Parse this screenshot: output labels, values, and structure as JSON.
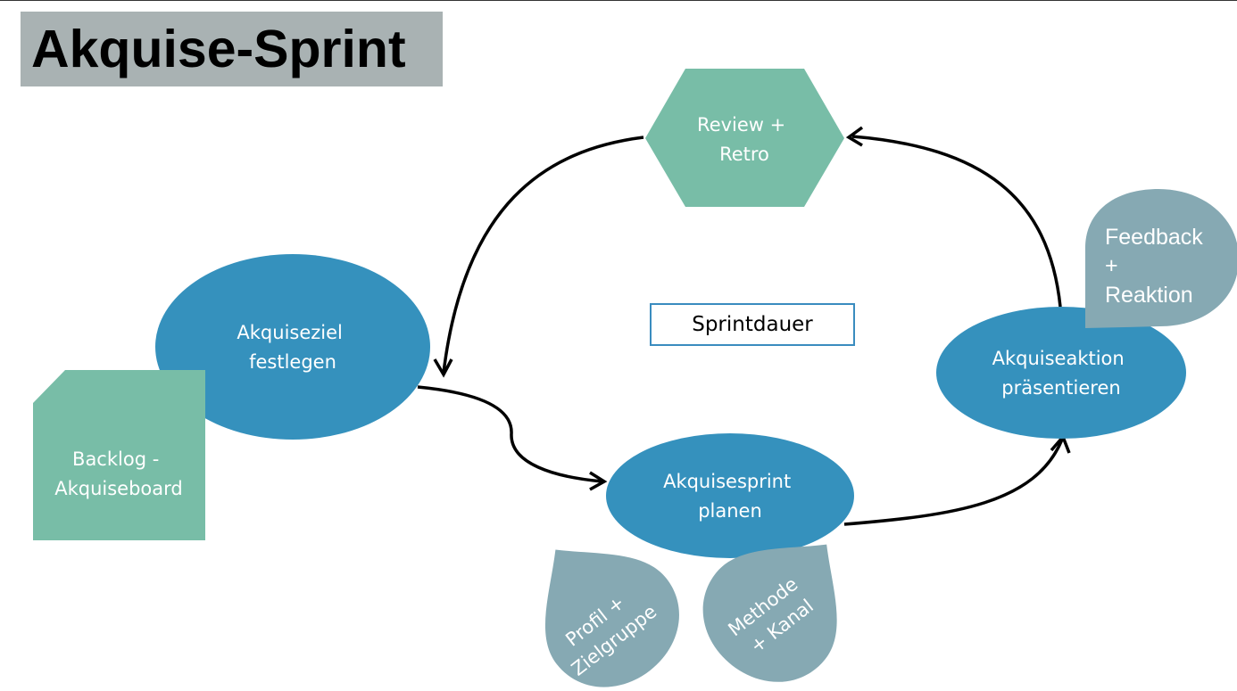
{
  "title": "Akquise-Sprint",
  "colors": {
    "ellipse": "#3591bd",
    "teal": "#78bda7",
    "drop": "#86a9b3",
    "title_bg": "#a9b2b3",
    "box_border": "#3a8cbf",
    "arrow": "#000000",
    "text_light": "#ffffff"
  },
  "nodes": {
    "review": {
      "lines": [
        "Review +",
        "Retro"
      ],
      "shape": "hexagon"
    },
    "ziel": {
      "lines": [
        "Akquiseziel",
        "festlegen"
      ],
      "shape": "ellipse"
    },
    "backlog": {
      "lines": [
        "Backlog -",
        "Akquiseboard"
      ],
      "shape": "snipped-rectangle"
    },
    "planen": {
      "lines": [
        "Akquisesprint",
        "planen"
      ],
      "shape": "ellipse"
    },
    "aktion": {
      "lines": [
        "Akquiseaktion",
        "präsentieren"
      ],
      "shape": "ellipse"
    },
    "feedback": {
      "lines": [
        "Feedback",
        "+",
        "Reaktion"
      ],
      "shape": "teardrop"
    },
    "profil": {
      "lines": [
        "Profil +",
        "Zielgruppe"
      ],
      "shape": "teardrop"
    },
    "methode": {
      "lines": [
        "Methode",
        "+ Kanal"
      ],
      "shape": "teardrop"
    }
  },
  "sprintdauer": "Sprintdauer"
}
